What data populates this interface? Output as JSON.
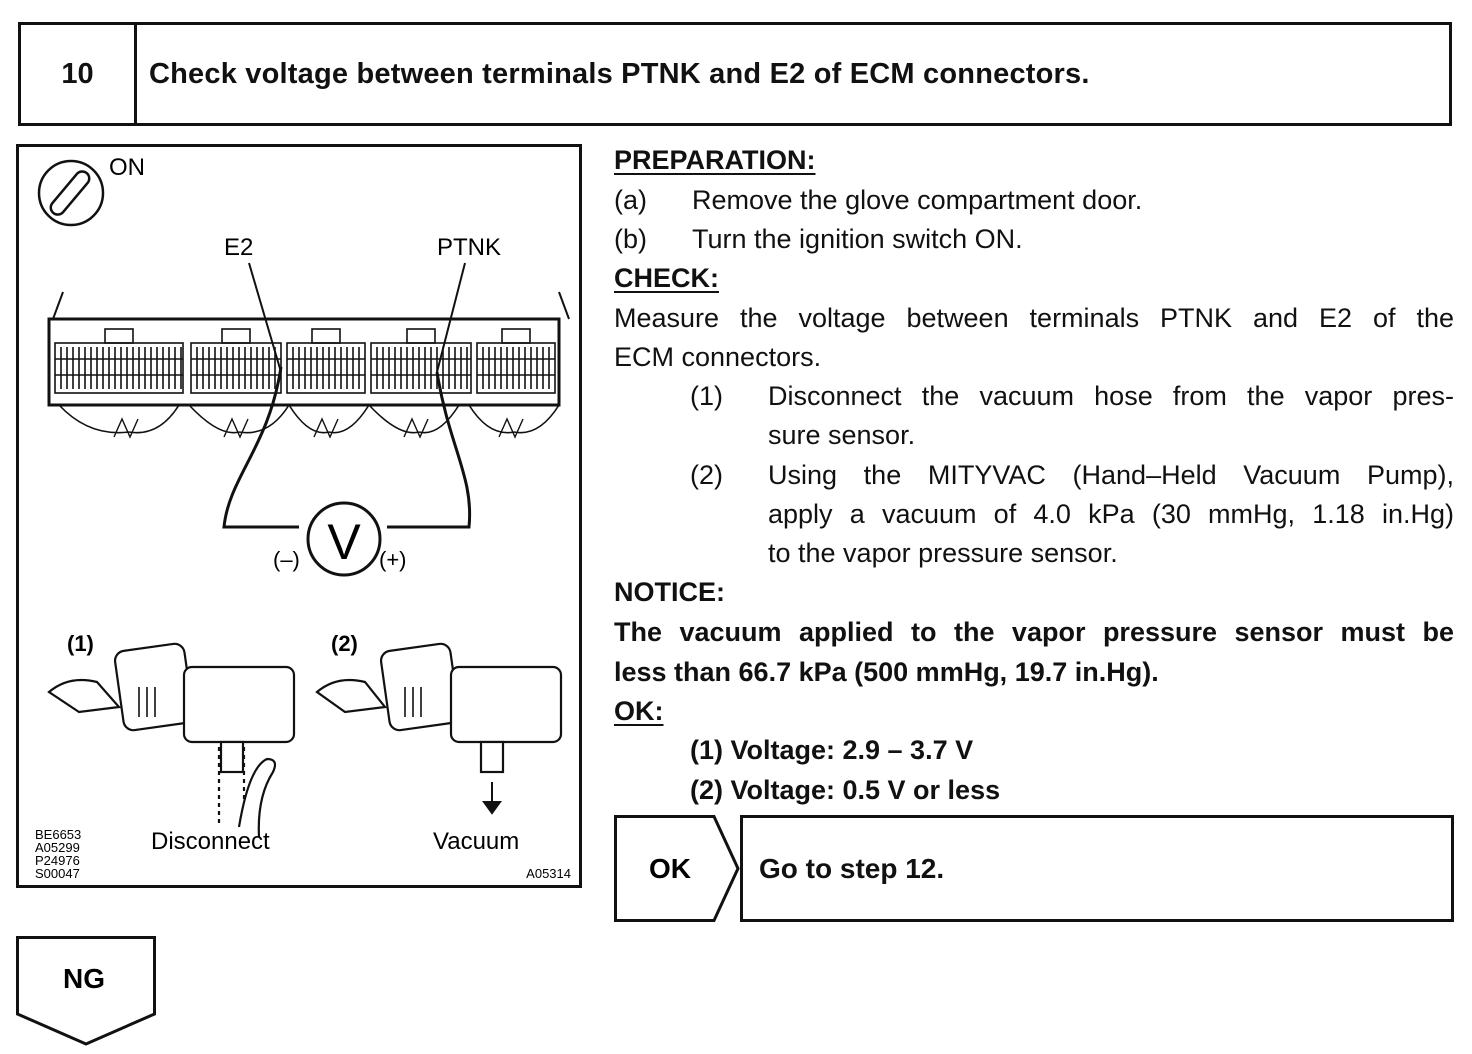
{
  "header": {
    "step_number": "10",
    "title": "Check voltage between terminals PTNK and E2 of ECM connectors."
  },
  "figure": {
    "ignition_label": "ON",
    "terminal_left": "E2",
    "terminal_right": "PTNK",
    "meter_symbol": "V",
    "minus_label": "(–)",
    "plus_label": "(+)",
    "step1_label": "(1)",
    "step2_label": "(2)",
    "disconnect_label": "Disconnect",
    "vacuum_label": "Vacuum",
    "ref_codes": [
      "BE6653",
      "A05299",
      "P24976",
      "S00047"
    ],
    "figure_id": "A05314"
  },
  "preparation": {
    "heading": "PREPARATION:",
    "items": [
      {
        "marker": "(a)",
        "text": "Remove the glove compartment door."
      },
      {
        "marker": "(b)",
        "text": "Turn the ignition switch ON."
      }
    ]
  },
  "check": {
    "heading": "CHECK:",
    "line1": "Measure the voltage between terminals PTNK and E2 of the",
    "line2": "ECM connectors.",
    "steps": [
      {
        "marker": "(1)",
        "lines": [
          "Disconnect the vacuum hose from the vapor pres-",
          "sure sensor."
        ]
      },
      {
        "marker": "(2)",
        "lines": [
          "Using the MITYVAC (Hand–Held Vacuum Pump),",
          "apply a vacuum of 4.0 kPa (30 mmHg, 1.18 in.Hg)",
          "to the vapor pressure sensor."
        ]
      }
    ]
  },
  "notice": {
    "heading": "NOTICE:",
    "line1": "The vacuum applied to the vapor pressure sensor must be",
    "line2": "less than 66.7 kPa (500 mmHg, 19.7 in.Hg)."
  },
  "ok": {
    "heading": "OK:",
    "values": [
      "(1) Voltage: 2.9 – 3.7 V",
      "(2) Voltage: 0.5 V or less"
    ]
  },
  "ok_branch": {
    "label": "OK",
    "action": "Go to step 12."
  },
  "ng_branch": {
    "label": "NG"
  }
}
